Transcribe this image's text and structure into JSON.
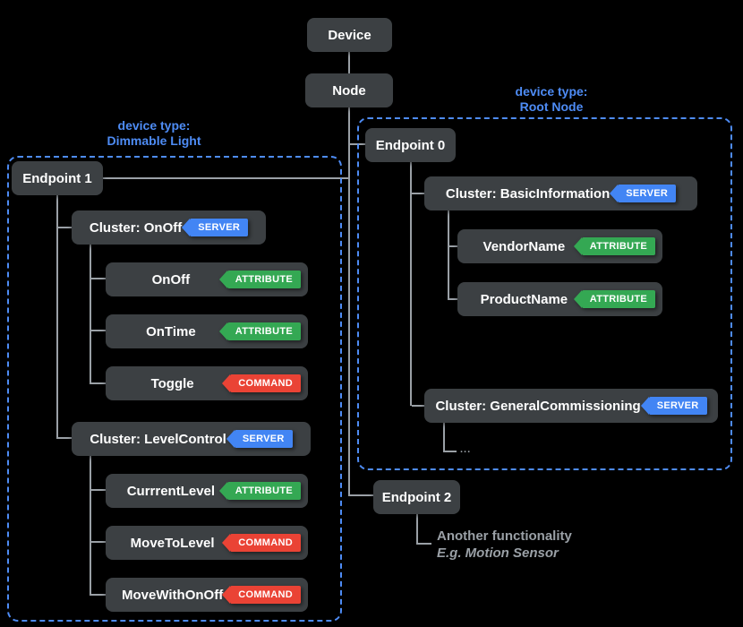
{
  "colors": {
    "background": "#000000",
    "box_fill": "#3c4043",
    "text": "#ffffff",
    "accent_blue": "#4e8cf5",
    "server_badge": "#4285f4",
    "attribute_badge": "#34a853",
    "command_badge": "#ea4335",
    "connector": "#9aa0a6",
    "note_text": "#9aa0a6"
  },
  "badges": {
    "server": "SERVER",
    "attribute": "ATTRIBUTE",
    "command": "COMMAND"
  },
  "tree": {
    "device": "Device",
    "node": "Node"
  },
  "dimmable_light": {
    "label_line1": "device type:",
    "label_line2": "Dimmable Light",
    "endpoint": "Endpoint 1",
    "clusters": [
      {
        "name": "Cluster: OnOff",
        "badge": "SERVER",
        "children": [
          {
            "name": "OnOff",
            "badge": "ATTRIBUTE"
          },
          {
            "name": "OnTime",
            "badge": "ATTRIBUTE"
          },
          {
            "name": "Toggle",
            "badge": "COMMAND"
          }
        ]
      },
      {
        "name": "Cluster: LevelControl",
        "badge": "SERVER",
        "children": [
          {
            "name": "CurrrentLevel",
            "badge": "ATTRIBUTE"
          },
          {
            "name": "MoveToLevel",
            "badge": "COMMAND"
          },
          {
            "name": "MoveWithOnOff",
            "badge": "COMMAND"
          }
        ]
      }
    ]
  },
  "root_node": {
    "label_line1": "device type:",
    "label_line2": "Root Node",
    "endpoint": "Endpoint 0",
    "clusters": [
      {
        "name": "Cluster: BasicInformation",
        "badge": "SERVER",
        "children": [
          {
            "name": "VendorName",
            "badge": "ATTRIBUTE"
          },
          {
            "name": "ProductName",
            "badge": "ATTRIBUTE"
          }
        ]
      },
      {
        "name": "Cluster: GeneralCommissioning",
        "badge": "SERVER",
        "ellipsis": "..."
      }
    ]
  },
  "endpoint2": {
    "label": "Endpoint 2",
    "note_line1": "Another functionality",
    "note_line2": "E.g. Motion Sensor"
  }
}
